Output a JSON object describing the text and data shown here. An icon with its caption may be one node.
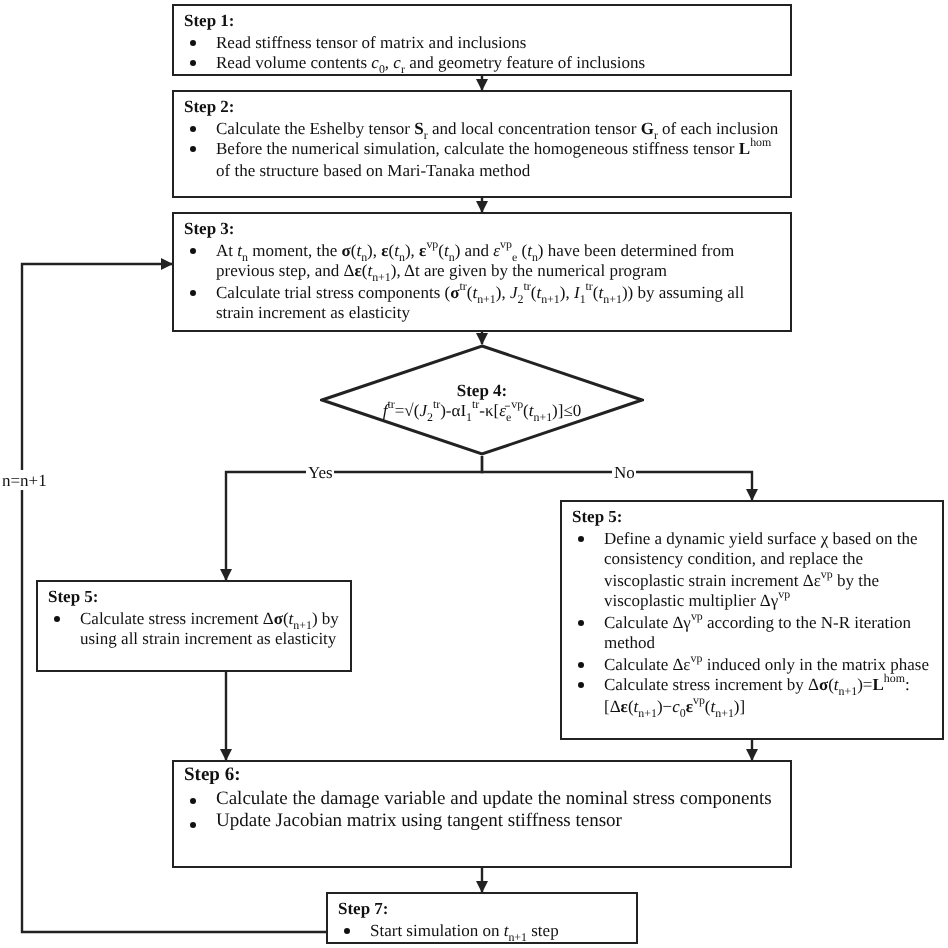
{
  "diagram": {
    "nodes": [
      {
        "text": [
          "Step 1:",
          "Read stiffness tensor of matrix and inclusions",
          "Read volume contents *c*$_{0}$, *c*$_{r}$ and geometry feature of inclusions"
        ]
      },
      {
        "text": [
          "Step 2:",
          "Calculate the Eshelby tensor **S**$_{r}$ and local concentration tensor **G**$_{r}$ of each inclusion",
          "Before the numerical simulation, calculate the homogeneous stiffness tensor **L**$^{hom}$ of the structure based on Mari-Tanaka method"
        ]
      },
      {
        "text": [
          "Step 3:",
          "At *t*$_{n}$ moment, the **σ**(*t*$_{n}$), **ε**(*t*$_{n}$), **ε**$^{vp}$(*t*$_{n}$) and *ε*$^{vp}$$_{e}$ (*t*$_{n}$) have been determined from previous step, and Δ**ε**(*t*$_{n+1}$), Δt are given by the numerical program",
          "Calculate trial stress components (**σ**$^{tr}$(*t*$_{n+1}$), *J*$_{2}$$^{tr}$(*t*$_{n+1}$), *I*$_{1}$$^{tr}$(*t*$_{n+1}$)) by assuming all strain increment as elasticity"
        ]
      },
      {
        "text": [
          "Step 4:",
          "*f*$^{tr}$=√(*J*$_{2}$$^{tr}$)-αI$_{1}$$^{tr}$-κ[*ε̄*$_{e}$$^{vp}$(*t*$_{n+1}$)]≤0"
        ]
      },
      {
        "text": [
          "Step 5:",
          "Calculate stress increment Δ**σ**(*t*$_{n+1}$) by using all strain increment as elasticity"
        ]
      },
      {
        "text": [
          "Step 5:",
          "Define a dynamic yield surface χ based on the consistency condition, and replace the viscoplastic strain increment Δε$^{vp}$ by the viscoplastic multiplier Δγ$^{vp}$",
          "Calculate Δγ$^{vp}$ according to the N-R iteration method",
          "Calculate Δε$^{vp}$ induced only in the matrix phase",
          "Calculate stress increment by Δ**σ**(*t*$_{n+1}$)=**L**$^{hom}$:[Δ**ε**(*t*$_{n+1}$)−*c*$_{0}$**ε**$^{vp}$(*t*$_{n+1}$)]"
        ]
      },
      {
        "text": [
          "Step 6:",
          "Calculate the damage variable and update the nominal stress components",
          "Update Jacobian matrix using tangent stiffness tensor"
        ]
      },
      {
        "text": [
          "Step 7:",
          "Start simulation on *t*$_{n+1}$ step"
        ]
      }
    ],
    "edges": [
      {
        "from": 0,
        "to": 1,
        "arrow": "to"
      },
      {
        "from": 1,
        "to": 2,
        "arrow": "to"
      },
      {
        "from": 2,
        "to": 3,
        "arrow": "to"
      },
      {
        "from": 3,
        "to": 4,
        "arrow": "to",
        "label": "Yes"
      },
      {
        "from": 3,
        "to": 5,
        "arrow": "to",
        "label": "No"
      },
      {
        "from": 4,
        "to": 6,
        "arrow": "to"
      },
      {
        "from": 5,
        "to": 6,
        "arrow": "to"
      },
      {
        "from": 6,
        "to": 7,
        "arrow": "to"
      },
      {
        "from": 7,
        "to": 2,
        "arrow": "to",
        "label": "n=n+1"
      }
    ]
  }
}
